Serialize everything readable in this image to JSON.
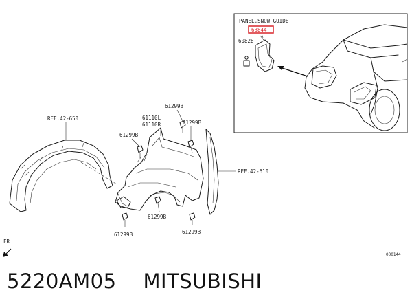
{
  "inset": {
    "title": "PANEL,SNOW GUIDE",
    "highlighted_code": "63844",
    "highlight_color": "#d9262b",
    "part_label": "60828"
  },
  "callouts": {
    "ref_inner": "REF.42-650",
    "ref_mud": "REF.42-610",
    "fender_left": "61110L",
    "fender_right": "61110R",
    "bolt_top": "61299B",
    "bolt_upper_left": "61299B",
    "bolt_upper_right": "61299B",
    "bolt_bottom_left": "61299B",
    "bolt_bottom_mid": "61299B",
    "bolt_bottom_right": "61299B"
  },
  "front_marker": "FR",
  "diagram_number": "000144",
  "caption": {
    "part_number": "5220AM05",
    "brand": "MITSUBISHI"
  }
}
